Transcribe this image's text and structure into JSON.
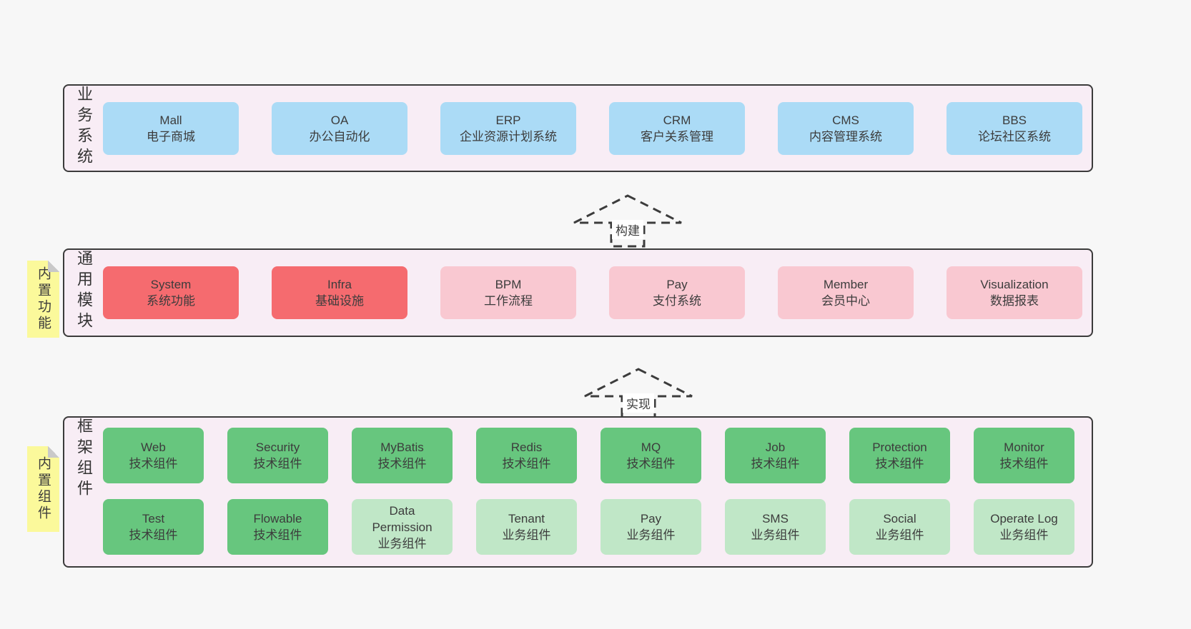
{
  "colors": {
    "page_bg": "#f7f7f7",
    "band_bg": "#f8edf5",
    "band_border": "#3b3b3b",
    "blue": "#abdbf6",
    "red": "#f56b6f",
    "pink": "#f9c8d1",
    "green_dark": "#67c67e",
    "green_light": "#c0e7c7",
    "sticky_yellow": "#fbf99b",
    "text": "#3c3c3c"
  },
  "bands": [
    {
      "label": "业务系统",
      "boxes": [
        {
          "title": "Mall",
          "subtitle": "电子商城"
        },
        {
          "title": "OA",
          "subtitle": "办公自动化"
        },
        {
          "title": "ERP",
          "subtitle": "企业资源计划系统"
        },
        {
          "title": "CRM",
          "subtitle": "客户关系管理"
        },
        {
          "title": "CMS",
          "subtitle": "内容管理系统"
        },
        {
          "title": "BBS",
          "subtitle": "论坛社区系统"
        }
      ]
    },
    {
      "label": "通用模块",
      "sticky": "内置功能",
      "boxes": [
        {
          "title": "System",
          "subtitle": "系统功能"
        },
        {
          "title": "Infra",
          "subtitle": "基础设施"
        },
        {
          "title": "BPM",
          "subtitle": "工作流程"
        },
        {
          "title": "Pay",
          "subtitle": "支付系统"
        },
        {
          "title": "Member",
          "subtitle": "会员中心"
        },
        {
          "title": "Visualization",
          "subtitle": "数据报表"
        }
      ]
    },
    {
      "label": "框架组件",
      "sticky": "内置组件",
      "rows": [
        [
          {
            "title": "Web",
            "subtitle": "技术组件"
          },
          {
            "title": "Security",
            "subtitle": "技术组件"
          },
          {
            "title": "MyBatis",
            "subtitle": "技术组件"
          },
          {
            "title": "Redis",
            "subtitle": "技术组件"
          },
          {
            "title": "MQ",
            "subtitle": "技术组件"
          },
          {
            "title": "Job",
            "subtitle": "技术组件"
          },
          {
            "title": "Protection",
            "subtitle": "技术组件"
          },
          {
            "title": "Monitor",
            "subtitle": "技术组件"
          }
        ],
        [
          {
            "title": "Test",
            "subtitle": "技术组件"
          },
          {
            "title": "Flowable",
            "subtitle": "技术组件"
          },
          {
            "title": "Data Permission",
            "subtitle": "业务组件"
          },
          {
            "title": "Tenant",
            "subtitle": "业务组件"
          },
          {
            "title": "Pay",
            "subtitle": "业务组件"
          },
          {
            "title": "SMS",
            "subtitle": "业务组件"
          },
          {
            "title": "Social",
            "subtitle": "业务组件"
          },
          {
            "title": "Operate Log",
            "subtitle": "业务组件"
          }
        ]
      ]
    }
  ],
  "arrows": [
    {
      "label": "构建"
    },
    {
      "label": "实现"
    }
  ]
}
